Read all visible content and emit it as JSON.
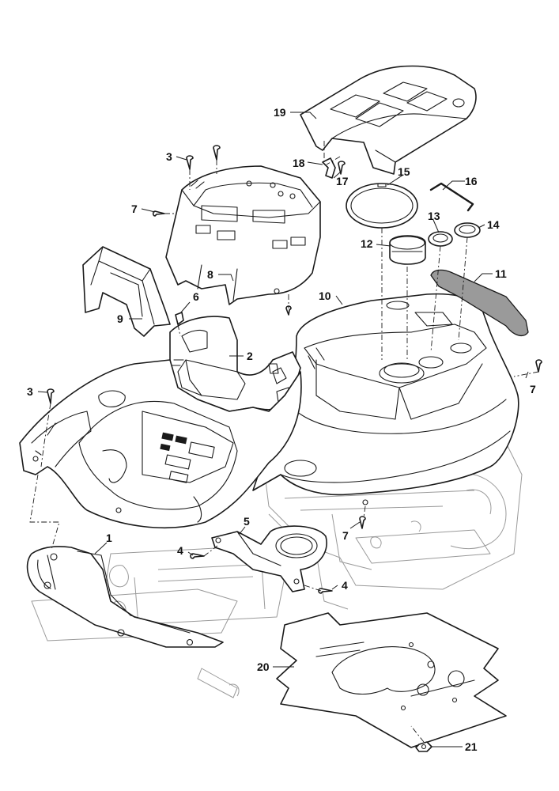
{
  "callouts": {
    "c1": "1",
    "c2": "2",
    "c3a": "3",
    "c3b": "3",
    "c4a": "4",
    "c4b": "4",
    "c5": "5",
    "c6": "6",
    "c7a": "7",
    "c7b": "7",
    "c7c": "7",
    "c8": "8",
    "c9": "9",
    "c10": "10",
    "c11": "11",
    "c12": "12",
    "c13": "13",
    "c14": "14",
    "c15": "15",
    "c16": "16",
    "c17": "17",
    "c18": "18",
    "c19": "19",
    "c20": "20",
    "c21": "21"
  }
}
